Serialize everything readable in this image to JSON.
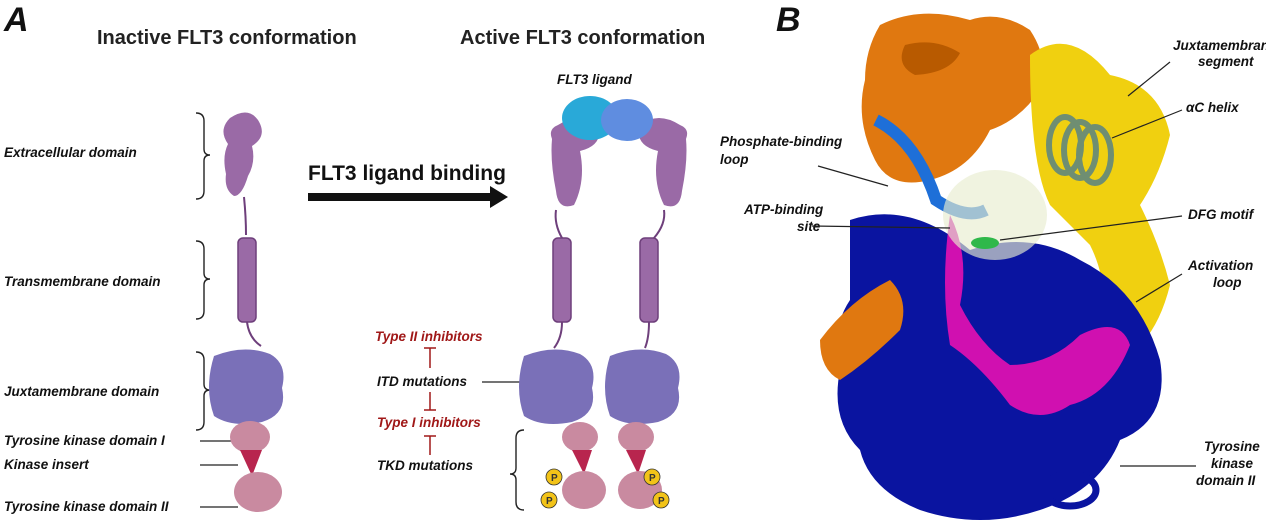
{
  "panel_a": {
    "letter": "A",
    "inactive_title": "Inactive FLT3 conformation",
    "active_title": "Active FLT3 conformation",
    "arrow_label": "FLT3 ligand binding",
    "ligand_label": "FLT3 ligand",
    "domains": {
      "extracellular": "Extracellular domain",
      "transmembrane": "Transmembrane domain",
      "juxtamembrane": "Juxtamembrane domain",
      "tkd1": "Tyrosine kinase domain I",
      "kinase_insert": "Kinase insert",
      "tkd2": "Tyrosine kinase domain II"
    },
    "inhibitors": {
      "type2": "Type II inhibitors",
      "itd": "ITD mutations",
      "type1": "Type I inhibitors",
      "tkd": "TKD mutations"
    },
    "phospho_symbol": "P"
  },
  "panel_b": {
    "letter": "B",
    "labels": {
      "jm_line1": "Juxtamembrane",
      "jm_line2": "segment",
      "ac_helix": "αC helix",
      "pbl_line1": "Phosphate-binding",
      "pbl_line2": "loop",
      "atp_line1": "ATP-binding",
      "atp_line2": "site",
      "dfg": "DFG motif",
      "act_line1": "Activation",
      "act_line2": "loop",
      "tkd_line1": "Tyrosine",
      "tkd_line2": "kinase",
      "tkd_line3": "domain II"
    }
  },
  "colors": {
    "receptor_purple": "#9a6aa6",
    "jm_blue_purple": "#7a70b8",
    "kinase_pink": "#c98aa0",
    "kinase_insert_red": "#b8254e",
    "ligand_cyan": "#29a9d8",
    "ligand_blue": "#5f8de0",
    "membrane_head": "#8fa3bd",
    "phospho_yellow": "#f2c318",
    "inhibitor_red": "#a01818",
    "orange": "#e07810",
    "yellow": "#f0d010",
    "navy": "#0a14a0",
    "magenta": "#d010b0",
    "sage": "#6f8e72",
    "ribbon_blue": "#1e6fd8"
  }
}
